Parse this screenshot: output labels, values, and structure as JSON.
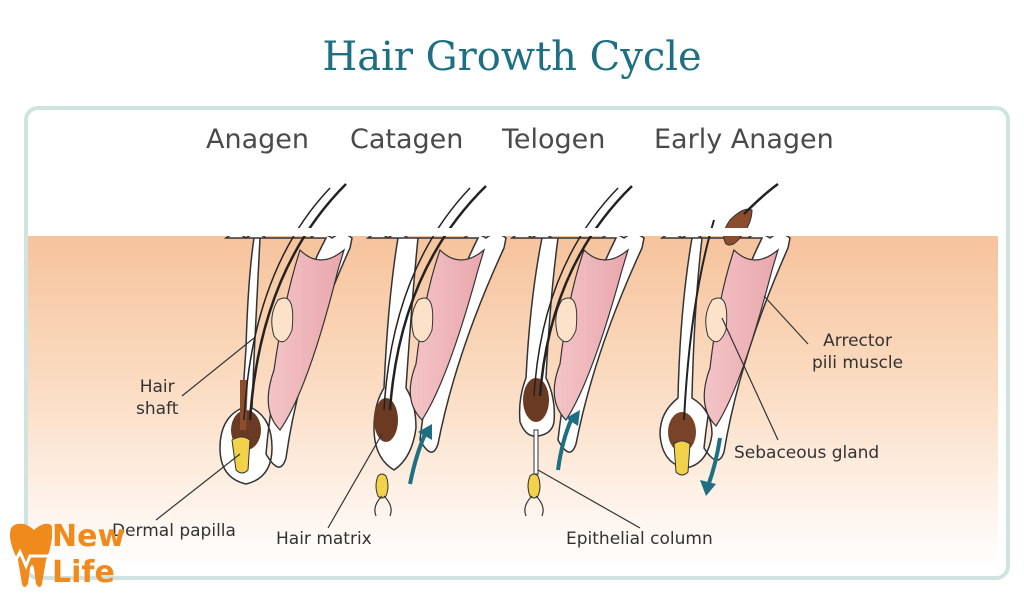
{
  "title": "Hair Growth Cycle",
  "stages": [
    "Anagen",
    "Catagen",
    "Telogen",
    "Early Anagen"
  ],
  "labels": {
    "hair_shaft": "Hair\nshaft",
    "dermal_papilla": "Dermal papilla",
    "hair_matrix": "Hair matrix",
    "epithelial_column": "Epithelial column",
    "arrector_pili": "Arrector\npili muscle",
    "sebaceous_gland": "Sebaceous gland"
  },
  "logo": {
    "line1": "New",
    "line2": "Life"
  },
  "colors": {
    "title": "#1e6f82",
    "skin": "#f8cda8",
    "arrow": "#1e6f82",
    "logo": "#f08a1c"
  }
}
